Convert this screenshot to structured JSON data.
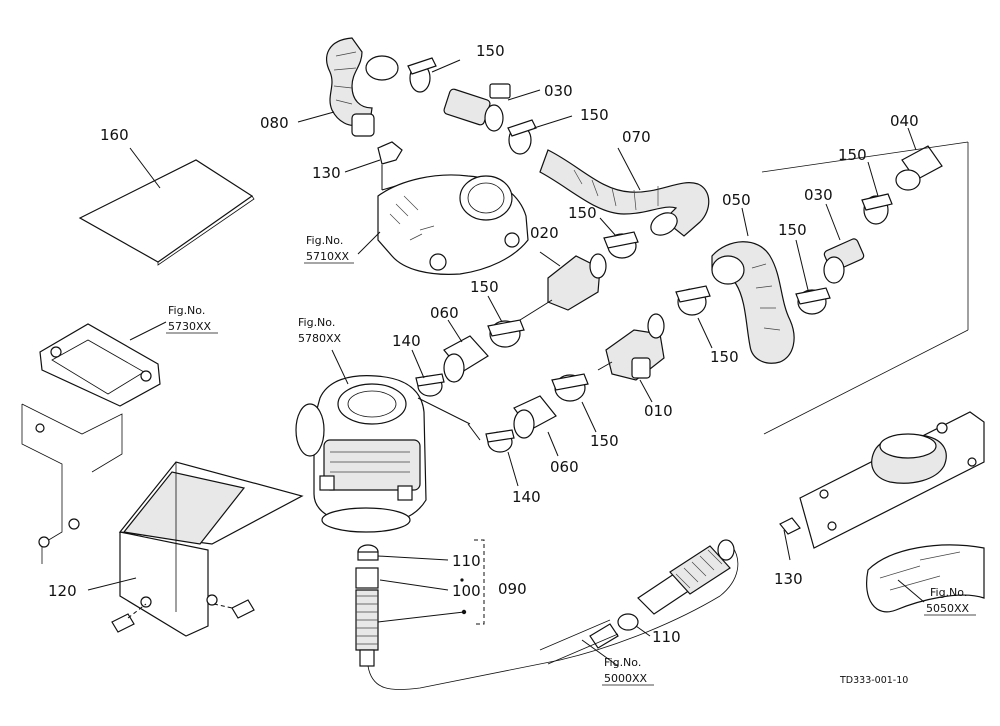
{
  "labels": {
    "p010": "010",
    "p020": "020",
    "p030a": "030",
    "p030b": "030",
    "p040": "040",
    "p050": "050",
    "p060a": "060",
    "p060b": "060",
    "p070": "070",
    "p080": "080",
    "p090": "090",
    "p100": "100",
    "p110a": "110",
    "p110b": "110",
    "p120": "120",
    "p130a": "130",
    "p130b": "130",
    "p140a": "140",
    "p140b": "140",
    "p150a": "150",
    "p150b": "150",
    "p150c": "150",
    "p150d": "150",
    "p150e": "150",
    "p150f": "150",
    "p150g": "150",
    "p150h": "150",
    "p160": "160"
  },
  "figrefs": {
    "fig_prefix": "Fig.No.",
    "f5710": "5710XX",
    "f5730": "5730XX",
    "f5780": "5780XX",
    "f5050": "5050XX",
    "f5000": "5000XX"
  },
  "drawing_code": "TD333-001-10"
}
